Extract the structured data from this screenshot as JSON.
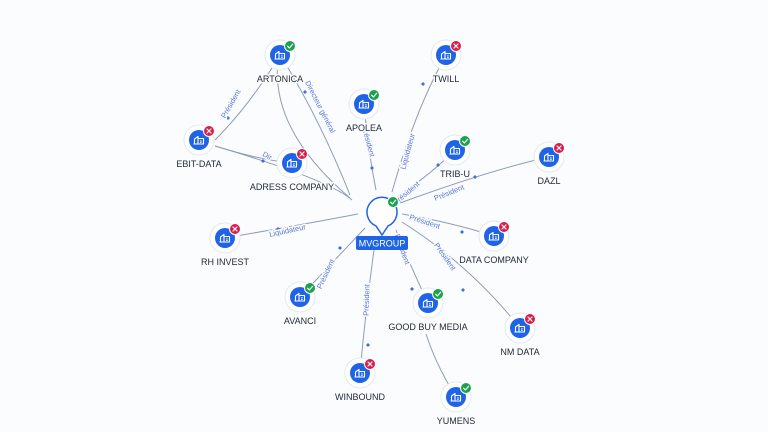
{
  "center": {
    "name": "MVGROUP",
    "status": "active",
    "icon": "building-icon"
  },
  "nodes": [
    {
      "id": "artonica",
      "name": "ARTONICA",
      "status": "active",
      "relation": "Directeur général"
    },
    {
      "id": "ebit-data",
      "name": "EBIT-DATA",
      "status": "closed",
      "relation": "Président"
    },
    {
      "id": "adress-company",
      "name": "ADRESS COMPANY",
      "status": "closed",
      "relation": "Dir"
    },
    {
      "id": "apolea",
      "name": "APOLEA",
      "status": "active",
      "relation": "Président"
    },
    {
      "id": "twill",
      "name": "TWILL",
      "status": "closed",
      "relation": "Liquidateur"
    },
    {
      "id": "trib-u",
      "name": "TRIB-U",
      "status": "active",
      "relation": "Président"
    },
    {
      "id": "dazl",
      "name": "DAZL",
      "status": "closed",
      "relation": "Président"
    },
    {
      "id": "rh-invest",
      "name": "RH INVEST",
      "status": "closed",
      "relation": "Liquidateur"
    },
    {
      "id": "data-company",
      "name": "DATA COMPANY",
      "status": "closed",
      "relation": "Président"
    },
    {
      "id": "avanci",
      "name": "AVANCI",
      "status": "active",
      "relation": "Président"
    },
    {
      "id": "good-buy-media",
      "name": "GOOD BUY MEDIA",
      "status": "active",
      "relation": "Président"
    },
    {
      "id": "nm-data",
      "name": "NM DATA",
      "status": "closed",
      "relation": "Président"
    },
    {
      "id": "winbound",
      "name": "WINBOUND",
      "status": "closed",
      "relation": "Président"
    },
    {
      "id": "yumens",
      "name": "YUMENS",
      "status": "active",
      "relation": ""
    }
  ],
  "icons": {
    "company": "building-icon",
    "active": "check-icon",
    "closed": "cross-icon"
  },
  "colors": {
    "accent": "#1f64e6",
    "active": "#1aa34a",
    "closed": "#d81e4a",
    "edge": "#8e9bb8",
    "edge_label": "#5a76d6"
  }
}
